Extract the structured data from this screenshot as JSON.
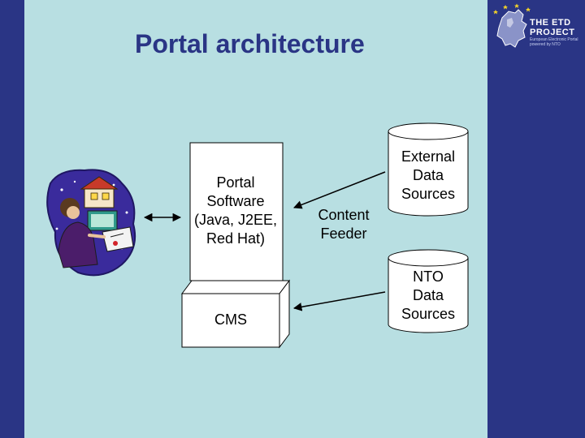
{
  "slide": {
    "title": "Portal architecture",
    "colors": {
      "navy": "#2a3585",
      "background": "#b8dfe2",
      "box": "#ffffff"
    }
  },
  "logo": {
    "line1": "THE ETD",
    "line2": "PROJECT",
    "subtitle_line1": "European Electronic Portal",
    "subtitle_line2": "powered by NTO"
  },
  "diagram": {
    "portal_box": {
      "lines": [
        "Portal",
        "Software",
        "(Java, J2EE,",
        "Red Hat)"
      ]
    },
    "cms_box": {
      "label": "CMS"
    },
    "content_feeder": {
      "lines": [
        "Content",
        "Feeder"
      ]
    },
    "external_sources": {
      "lines": [
        "External",
        "Data",
        "Sources"
      ]
    },
    "nto_sources": {
      "lines": [
        "NTO",
        "Data",
        "Sources"
      ]
    },
    "user_clipart": {
      "icon": "person-at-computer-icon"
    }
  }
}
